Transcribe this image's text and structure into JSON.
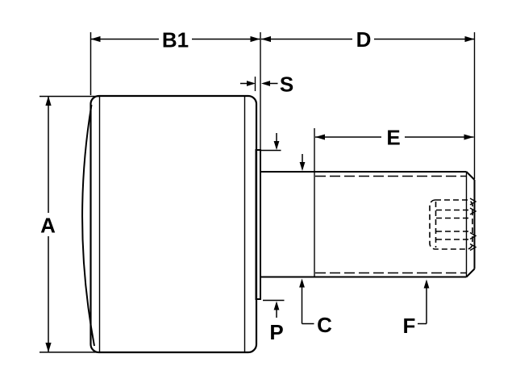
{
  "diagram": {
    "type": "technical-drawing",
    "subject": "cam-follower-side-view",
    "background_color": "#ffffff",
    "line_color": "#000000",
    "dimension_labels": {
      "A": "A",
      "B1": "B1",
      "D": "D",
      "S": "S",
      "E": "E",
      "P": "P",
      "C": "C",
      "F": "F"
    }
  }
}
